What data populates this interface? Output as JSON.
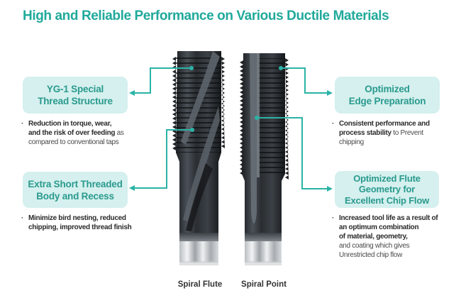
{
  "title": "High and Reliable Performance on Various Ductile Materials",
  "colors": {
    "accent": "#20a99b",
    "box_background": "#d5f0ee",
    "box_text": "#2a9a8e",
    "connector": "#2bb3a6",
    "tap_body": "#2e3236"
  },
  "features": [
    {
      "title_lines": [
        "YG-1 Special",
        "Thread Structure"
      ],
      "bullet": {
        "lines": [
          {
            "bold": "Reduction in torque, wear,",
            "regular": ""
          },
          {
            "bold": "and the risk of over feeding",
            "regular": " as"
          },
          {
            "bold": "",
            "regular": "compared to conventional taps"
          }
        ]
      }
    },
    {
      "title_lines": [
        "Extra Short Threaded",
        "Body and Recess"
      ],
      "bullet": {
        "lines": [
          {
            "bold": "Minimize bird nesting, reduced",
            "regular": ""
          },
          {
            "bold": "chipping, improved thread finish",
            "regular": ""
          }
        ]
      }
    },
    {
      "title_lines": [
        "Optimized",
        "Edge Preparation"
      ],
      "bullet": {
        "lines": [
          {
            "bold": "Consistent performance and",
            "regular": ""
          },
          {
            "bold": "process stability",
            "regular": " to Prevent"
          },
          {
            "bold": "",
            "regular": "chipping"
          }
        ]
      }
    },
    {
      "title_lines": [
        "Optimized Flute",
        "Geometry for",
        "Excellent Chip Flow"
      ],
      "bullet": {
        "lines": [
          {
            "bold": "Increased tool life as a result of",
            "regular": ""
          },
          {
            "bold": "an optimum combination",
            "regular": ""
          },
          {
            "bold": "of material, geometry,",
            "regular": ""
          },
          {
            "bold": "",
            "regular": "and coating which gives"
          },
          {
            "bold": "",
            "regular": "Unrestricted chip flow"
          }
        ]
      }
    }
  ],
  "bullet_symbol": "·",
  "taps": [
    {
      "label": "Spiral Flute"
    },
    {
      "label": "Spiral Point"
    }
  ]
}
